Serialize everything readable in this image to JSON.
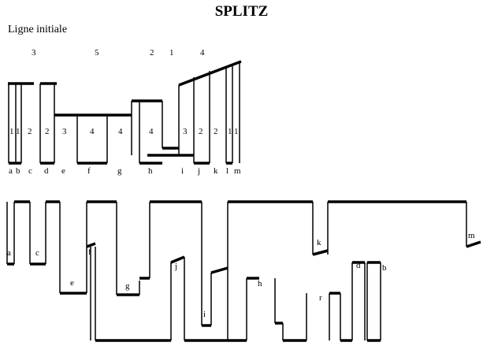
{
  "title": "SPLITZ",
  "subtitle": "Ligne initiale",
  "top_numbers": [
    "3",
    "5",
    "2",
    "1",
    "4"
  ],
  "segment_numbers": [
    "1",
    "1",
    "2",
    "2",
    "3",
    "4",
    "4",
    "4",
    "3",
    "2",
    "2",
    "1",
    "1"
  ],
  "letters_top": [
    "a",
    "b",
    "c",
    "d",
    "e",
    "f",
    "g",
    "h",
    "i",
    "j",
    "k",
    "l",
    "m"
  ],
  "letters_bottom": [
    "a",
    "c",
    "e",
    "f",
    "g",
    "j",
    "i",
    "h",
    "k",
    "r",
    "d",
    "b",
    "m"
  ]
}
